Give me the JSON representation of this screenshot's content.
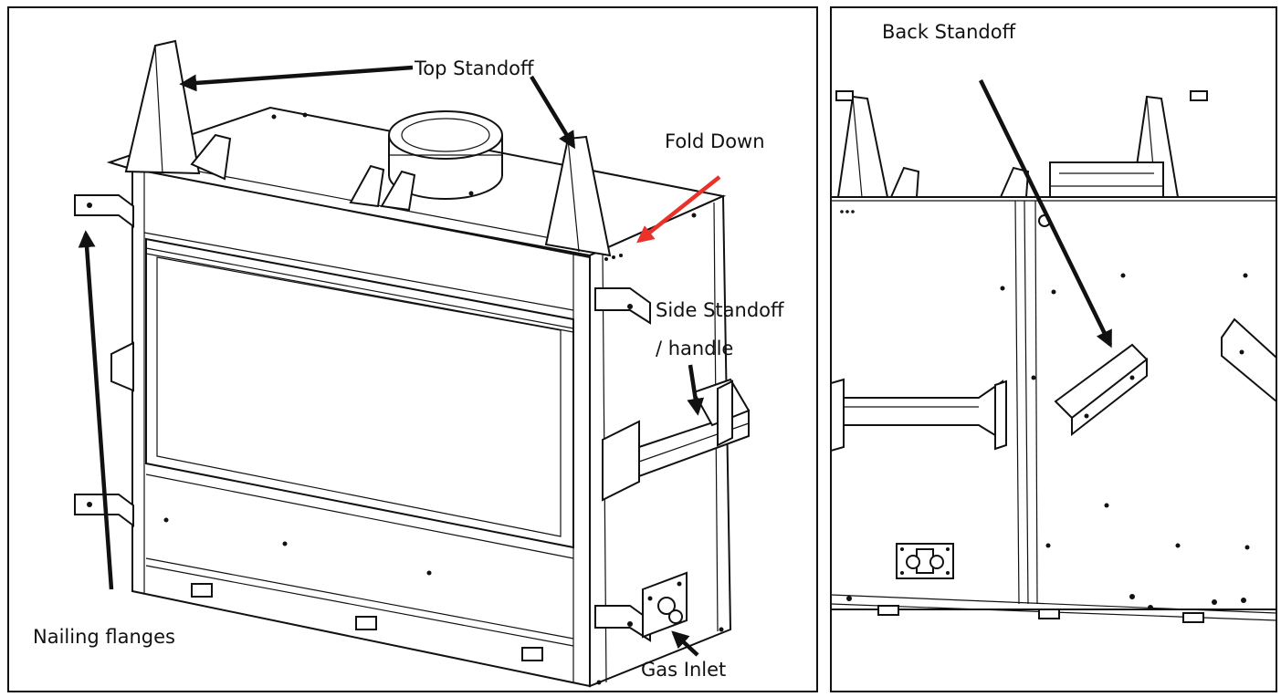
{
  "labels": {
    "top_standoff": "Top Standoff",
    "fold_down": "Fold Down",
    "side_standoff": "Side Standoff",
    "handle": "/ handle",
    "nailing_flanges": "Nailing flanges",
    "gas_inlet": "Gas Inlet",
    "back_standoff": "Back Standoff"
  },
  "colors": {
    "line": "#111111",
    "highlight_arrow": "#e8322a",
    "background": "#ffffff"
  }
}
